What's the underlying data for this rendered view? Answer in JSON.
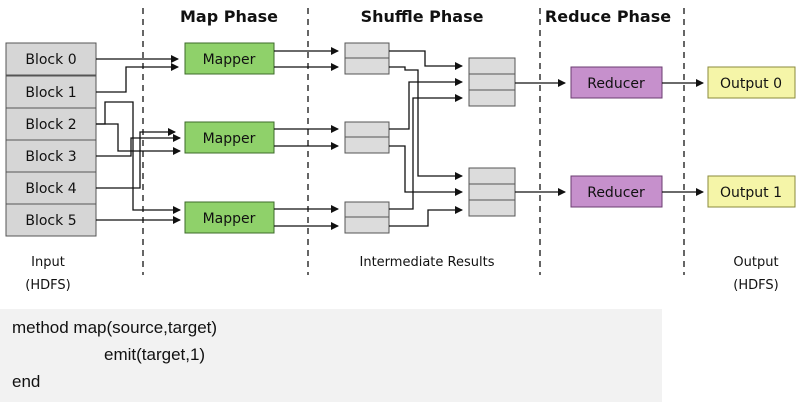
{
  "phases": {
    "map": "Map Phase",
    "shuffle": "Shuffle Phase",
    "reduce": "Reduce Phase"
  },
  "input": {
    "blocks": [
      "Block 0",
      "Block 1",
      "Block 2",
      "Block 3",
      "Block 4",
      "Block 5"
    ],
    "caption_line1": "Input",
    "caption_line2": "(HDFS)"
  },
  "mappers": [
    "Mapper",
    "Mapper",
    "Mapper"
  ],
  "intermediate_caption": "Intermediate Results",
  "reducers": [
    "Reducer",
    "Reducer"
  ],
  "output": {
    "items": [
      "Output 0",
      "Output 1"
    ],
    "caption_line1": "Output",
    "caption_line2": "(HDFS)"
  },
  "code": {
    "lines": [
      "method map(source,target)",
      "emit(target,1)",
      "end"
    ]
  },
  "colors": {
    "block_fill": "#d6d6d6",
    "mapper_fill": "#8fd16a",
    "reducer_fill": "#c690cc",
    "output_fill": "#f5f5a8",
    "buffer_fill": "#dcdcdc",
    "code_bg": "#f2f2f2"
  }
}
